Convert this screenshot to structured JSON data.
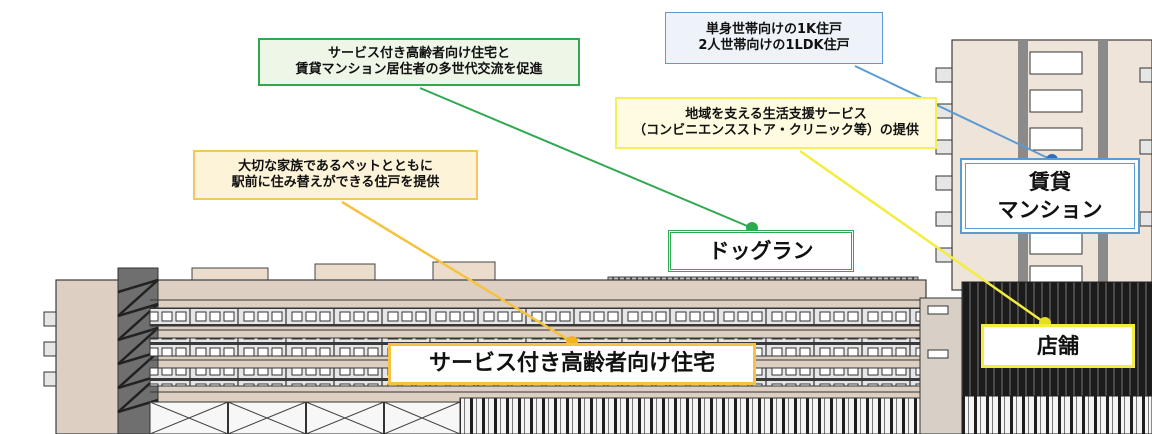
{
  "callouts": {
    "multigen": [
      "サービス付き高齢者向け住宅と",
      "賃貸マンション居住者の多世代交流を促進"
    ],
    "units": [
      "単身世帯向けの1K住戸",
      "2人世帯向けの1LDK住戸"
    ],
    "community": [
      "地域を支える生活支援サービス",
      "（コンビニエンスストア・クリニック等）の提供"
    ],
    "pets": [
      "大切な家族であるペットとともに",
      "駅前に住み替えができる住戸を提供"
    ]
  },
  "labels": {
    "dogrun": "ドッグラン",
    "rental": [
      "賃貸",
      "マンション"
    ],
    "senior_housing": "サービス付き高齢者向け住宅",
    "shop": "店舗"
  },
  "colors": {
    "green": "#2fa84f",
    "blue": "#5b9bd5",
    "yellow": "#f3ed3f",
    "orange": "#f5c242"
  }
}
